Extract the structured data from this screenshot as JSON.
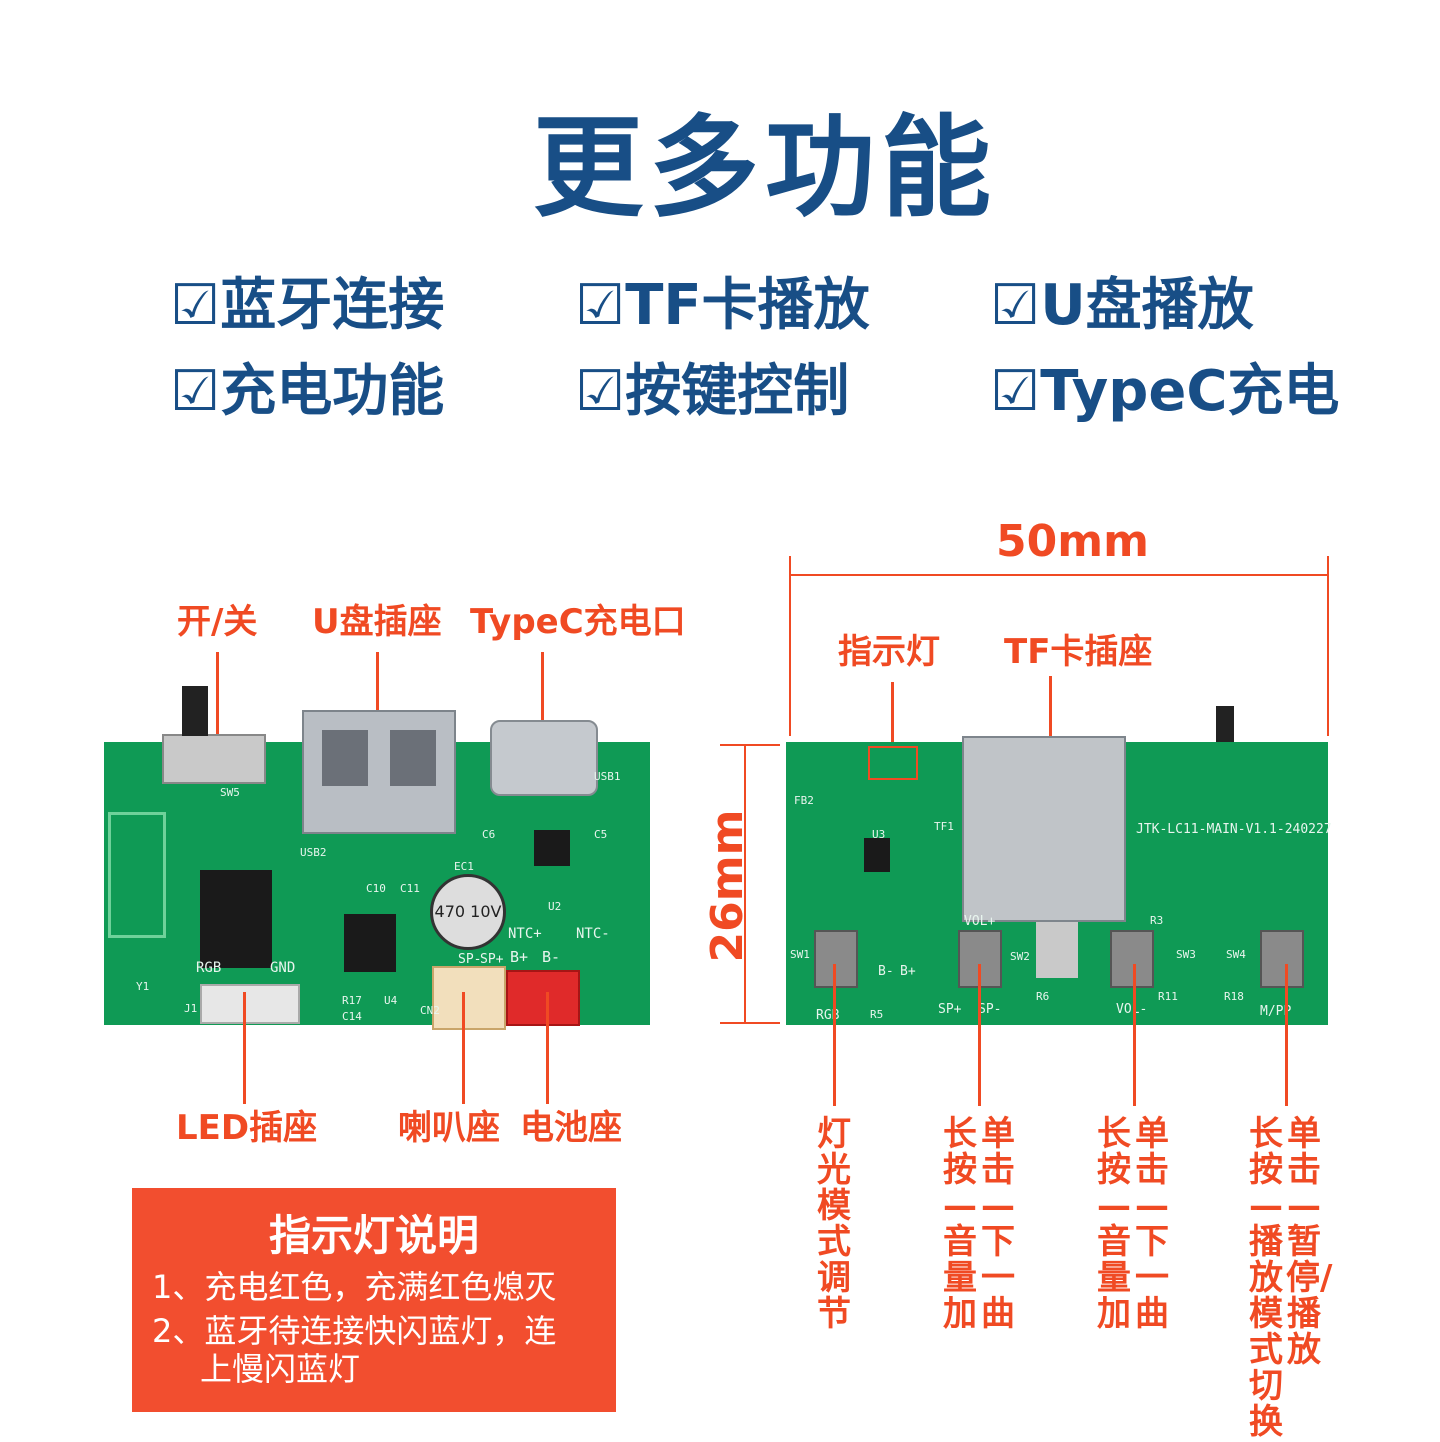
{
  "title": "更多功能",
  "features": [
    "☑蓝牙连接",
    "☑TF卡播放",
    "☑U盘播放",
    "☑充电功能",
    "☑按键控制",
    "☑TypeC充电"
  ],
  "left_board": {
    "labels_top": [
      "开/关",
      "U盘插座",
      "TypeC充电口"
    ],
    "labels_bottom": [
      "LED插座",
      "喇叭座",
      "电池座"
    ],
    "pcb_marks": [
      "SW5",
      "USB2",
      "USB1",
      "C10",
      "C11",
      "EC1",
      "NTC+",
      "NTC-",
      "SP-",
      "SP+",
      "B+",
      "B-",
      "RGB",
      "GND",
      "J1",
      "CN2",
      "U4",
      "U2",
      "C6",
      "C5",
      "Y1",
      "C14",
      "R17",
      "470 10V"
    ]
  },
  "right_board": {
    "width_label": "50mm",
    "height_label": "26mm",
    "labels_top": [
      "指示灯",
      "TF卡插座"
    ],
    "version_mark": "JTK-LC11-MAIN-V1.1-240227",
    "pcb_marks": [
      "SW1",
      "SW2",
      "SW3",
      "SW4",
      "RGB",
      "SP+",
      "SP-",
      "VOL+",
      "VOL-",
      "M/PP",
      "B-",
      "B+",
      "U3",
      "TF1",
      "FB2",
      "R5",
      "R6",
      "R3",
      "R11",
      "R18"
    ],
    "button_labels": [
      {
        "col1": "灯光模式调节",
        "col2": ""
      },
      {
        "col1": "长按—音量加",
        "col2": "单击—下一曲"
      },
      {
        "col1": "长按—音量加",
        "col2": "单击—下一曲"
      },
      {
        "col1": "长按—播放模式切换",
        "col2": "单击—暂停/播放"
      }
    ]
  },
  "indicator_box": {
    "title": "指示灯说明",
    "line1": "1、充电红色，充满红色熄灭",
    "line2": "2、蓝牙待连接快闪蓝灯，连",
    "line3": "上慢闪蓝灯"
  },
  "colors": {
    "title_blue": "#184e86",
    "accent_orange": "#f04a23",
    "pcb_green": "#0f9a55"
  }
}
